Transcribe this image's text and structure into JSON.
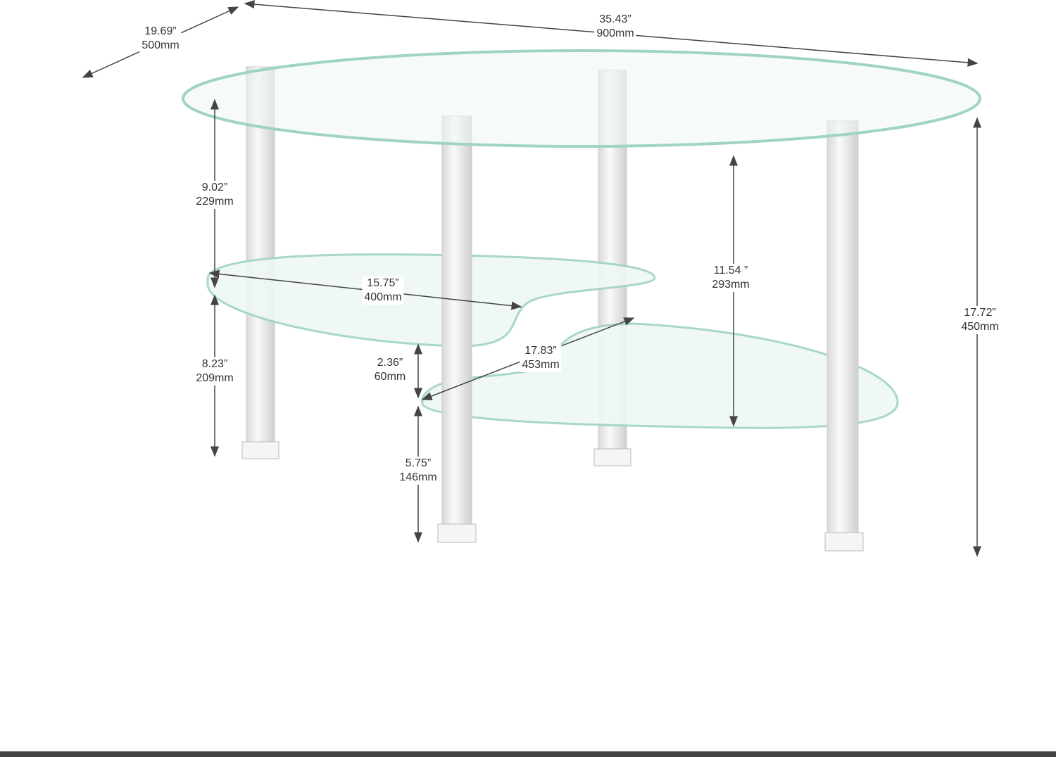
{
  "dimensions": [
    {
      "id": "depth",
      "inch": "19.69”",
      "mm": "500mm"
    },
    {
      "id": "width",
      "inch": "35.43”",
      "mm": "900mm"
    },
    {
      "id": "top-gap",
      "inch": "9.02”",
      "mm": "229mm"
    },
    {
      "id": "middle-height",
      "inch": "8.23”",
      "mm": "209mm"
    },
    {
      "id": "middle-shelf-width",
      "inch": "15.75”",
      "mm": "400mm"
    },
    {
      "id": "top-to-bottom-shelf",
      "inch": "11.54 ”",
      "mm": "293mm"
    },
    {
      "id": "bottom-shelf-width",
      "inch": "17.83”",
      "mm": "453mm"
    },
    {
      "id": "shelf-offset",
      "inch": "2.36”",
      "mm": "60mm"
    },
    {
      "id": "bottom-clearance",
      "inch": "5.75”",
      "mm": "146mm"
    },
    {
      "id": "total-height",
      "inch": "17.72”",
      "mm": "450mm"
    }
  ],
  "colors": {
    "glass_edge": "#9fd3c4",
    "glass_fill": "#eef8f6",
    "leg": "#e6e6e6",
    "arrow": "#444444"
  }
}
